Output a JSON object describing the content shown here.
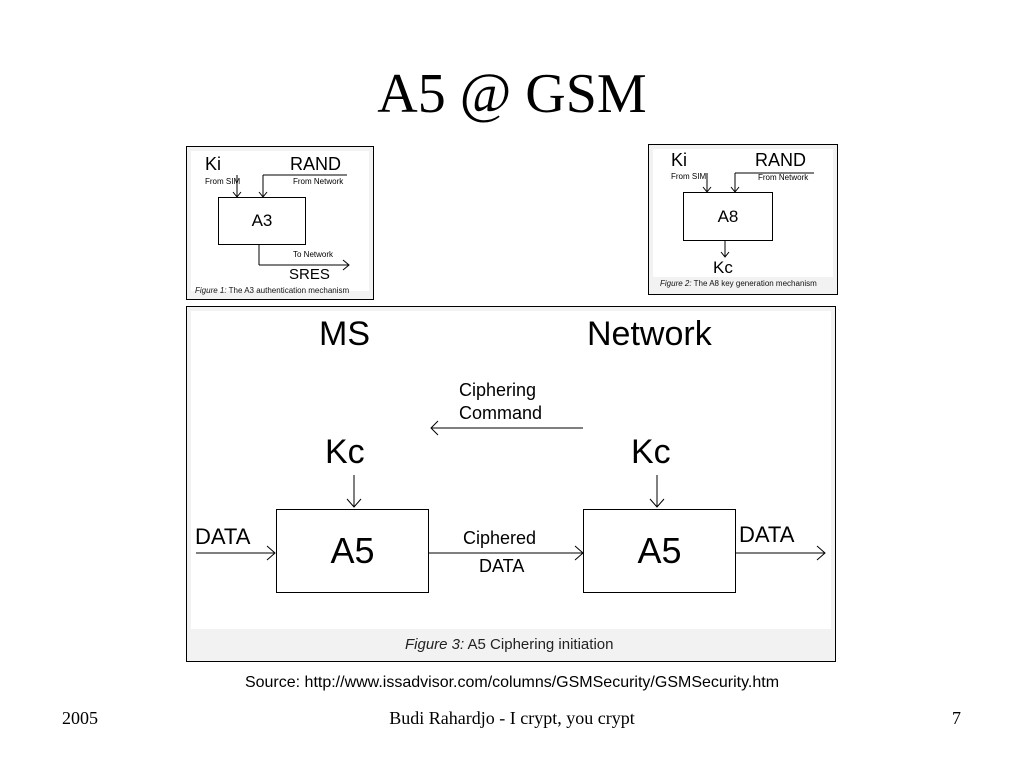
{
  "slide": {
    "title": "A5 @ GSM",
    "source": "Source: http://www.issadvisor.com/columns/GSMSecurity/GSMSecurity.htm",
    "footer": {
      "year": "2005",
      "center": "Budi Rahardjo - I crypt, you crypt",
      "page": "7"
    }
  },
  "figure1": {
    "ki": "Ki",
    "ki_sub": "From SIM",
    "rand": "RAND",
    "rand_sub": "From Network",
    "box": "A3",
    "out_sub": "To Network",
    "out": "SRES",
    "caption_em": "Figure 1:",
    "caption": " The A3 authentication mechanism"
  },
  "figure2": {
    "ki": "Ki",
    "ki_sub": "From SIM",
    "rand": "RAND",
    "rand_sub": "From Network",
    "box": "A8",
    "out": "Kc",
    "caption_em": "Figure 2:",
    "caption": " The A8 key generation mechanism"
  },
  "figure3": {
    "ms": "MS",
    "network": "Network",
    "command_line1": "Ciphering",
    "command_line2": "Command",
    "kc_left": "Kc",
    "kc_right": "Kc",
    "data_in": "DATA",
    "box_left": "A5",
    "ciphered_line1": "Ciphered",
    "ciphered_line2": "DATA",
    "box_right": "A5",
    "data_out": "DATA",
    "caption_em": "Figure 3:",
    "caption": " A5 Ciphering initiation"
  }
}
